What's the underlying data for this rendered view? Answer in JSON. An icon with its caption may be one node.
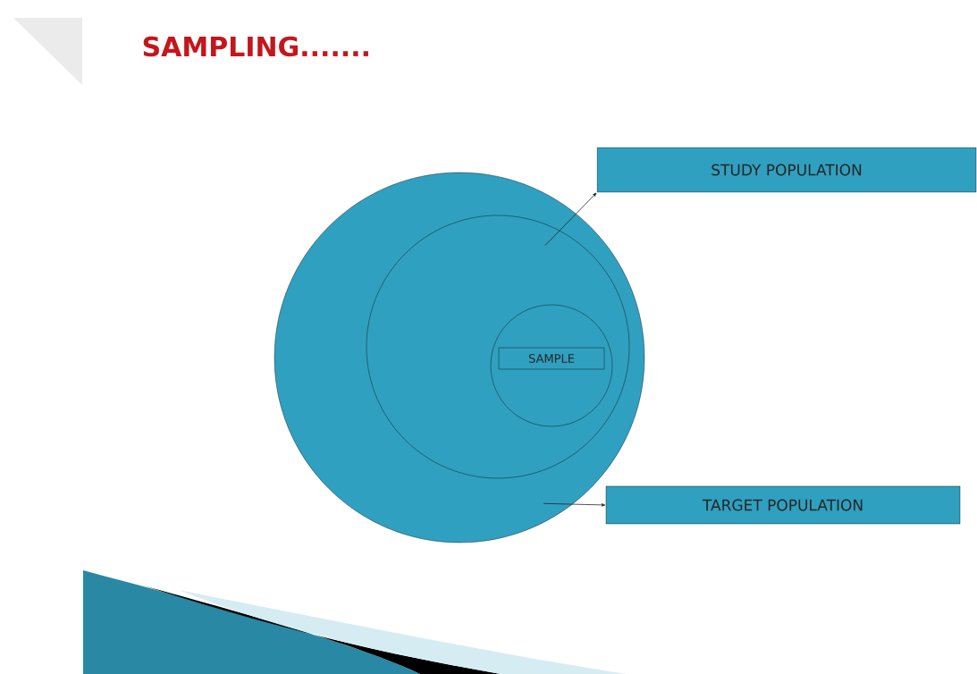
{
  "diagram": {
    "title": "SAMPLING.......",
    "nodes": [
      {
        "text": [],
        "shape": "circle"
      },
      {
        "text": [],
        "shape": "circle",
        "in": 0
      },
      {
        "text": [],
        "shape": "circle",
        "in": 1
      },
      {
        "text": [
          "SAMPLE"
        ],
        "in": 2
      },
      {
        "text": [
          "STUDY POPULATION"
        ]
      },
      {
        "text": [
          "TARGET POPULATION"
        ]
      }
    ],
    "edges": [
      {
        "from": 1,
        "to": 4,
        "arrow": "to"
      },
      {
        "from": 0,
        "to": 5,
        "arrow": "to"
      }
    ]
  }
}
